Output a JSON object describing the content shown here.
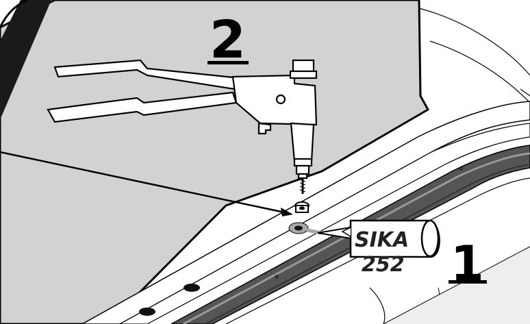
{
  "steps": {
    "step_one": "1",
    "step_two": "2"
  },
  "sealant_tube": {
    "brand": "SIKA",
    "product": "252"
  },
  "colors": {
    "panel_gray": "#d2d2d2",
    "outline": "#000000",
    "ground": "#ffffff",
    "rail_dark": "#555555",
    "sealant_ring": "#a8a8a8"
  },
  "icons": [
    "rivet-gun-icon",
    "rivet-nut-icon",
    "sealant-tube-icon"
  ]
}
